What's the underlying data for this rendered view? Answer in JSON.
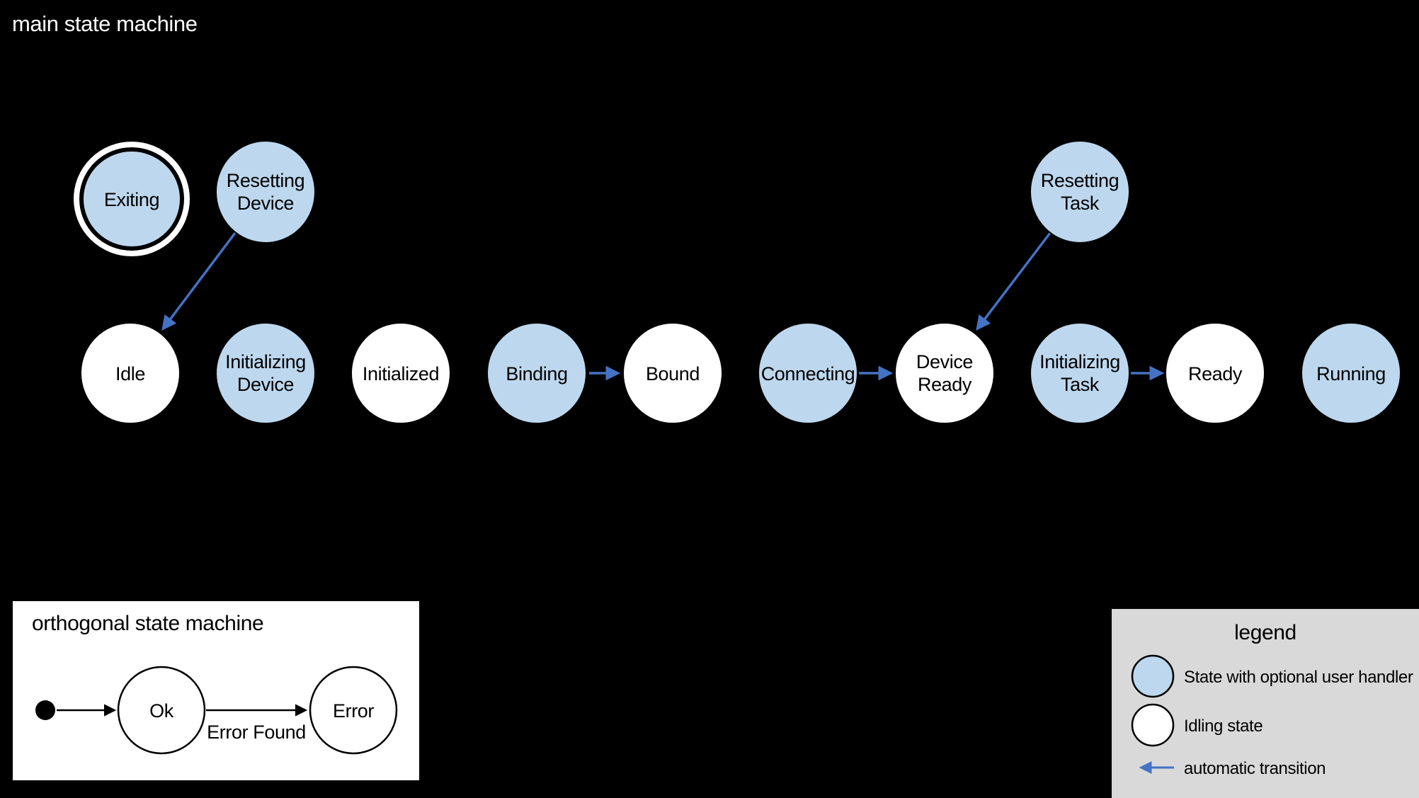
{
  "colors": {
    "c-bg": "#000000",
    "c-handler": "#BDD7EE",
    "c-idling": "#FFFFFF",
    "c-arrow": "#4472C4",
    "c-outline": "#000000",
    "c-panel": "#FFFFFF",
    "c-legendbg": "#D9D9D9",
    "c-titletext": "#FFFFFF"
  },
  "main": {
    "title": "main state machine",
    "states": [
      {
        "id": "exiting",
        "lines": [
          "Exiting"
        ],
        "type": "handler",
        "double_ring": true
      },
      {
        "id": "resetting-device",
        "lines": [
          "Resetting",
          "Device"
        ],
        "type": "handler"
      },
      {
        "id": "idle",
        "lines": [
          "Idle"
        ],
        "type": "idling"
      },
      {
        "id": "initializing-device",
        "lines": [
          "Initializing",
          "Device"
        ],
        "type": "handler"
      },
      {
        "id": "initialized",
        "lines": [
          "Initialized"
        ],
        "type": "idling"
      },
      {
        "id": "binding",
        "lines": [
          "Binding"
        ],
        "type": "handler"
      },
      {
        "id": "bound",
        "lines": [
          "Bound"
        ],
        "type": "idling"
      },
      {
        "id": "connecting",
        "lines": [
          "Connecting"
        ],
        "type": "handler"
      },
      {
        "id": "device-ready",
        "lines": [
          "Device",
          "Ready"
        ],
        "type": "idling"
      },
      {
        "id": "resetting-task",
        "lines": [
          "Resetting",
          "Task"
        ],
        "type": "handler"
      },
      {
        "id": "initializing-task",
        "lines": [
          "Initializing",
          "Task"
        ],
        "type": "handler"
      },
      {
        "id": "ready",
        "lines": [
          "Ready"
        ],
        "type": "idling"
      },
      {
        "id": "running",
        "lines": [
          "Running"
        ],
        "type": "handler"
      }
    ],
    "transitions": [
      {
        "from": "Resetting Device",
        "to": "Idle",
        "type": "automatic"
      },
      {
        "from": "Binding",
        "to": "Bound",
        "type": "automatic"
      },
      {
        "from": "Connecting",
        "to": "Device Ready",
        "type": "automatic"
      },
      {
        "from": "Resetting Task",
        "to": "Device Ready",
        "type": "automatic"
      },
      {
        "from": "Initializing Task",
        "to": "Ready",
        "type": "automatic"
      }
    ]
  },
  "orthogonal": {
    "title": "orthogonal state machine",
    "states": [
      {
        "id": "ok",
        "label": "Ok"
      },
      {
        "id": "error",
        "label": "Error"
      }
    ],
    "transitions": [
      {
        "from": "initial",
        "to": "Ok",
        "label": ""
      },
      {
        "from": "Ok",
        "to": "Error",
        "label": "Error Found"
      }
    ],
    "transition_label": "Error Found"
  },
  "legend": {
    "title": "legend",
    "items": [
      {
        "icon": "handler-state-icon",
        "label": "State with optional user handler"
      },
      {
        "icon": "idling-state-icon",
        "label": "Idling state"
      },
      {
        "icon": "automatic-transition-arrow-icon",
        "label": "automatic transition"
      }
    ]
  }
}
